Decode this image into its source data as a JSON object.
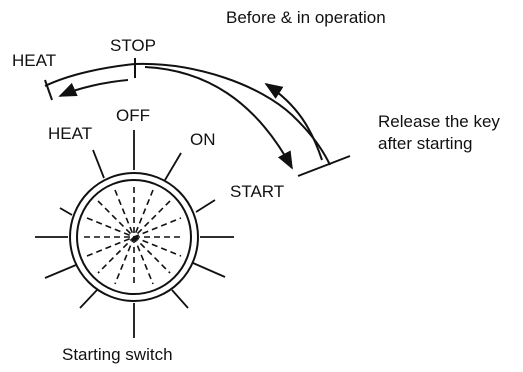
{
  "diagram": {
    "caption": "Starting switch",
    "note_top": "Before & in operation",
    "note_right_line1": "Release the key",
    "note_right_line2": "after starting",
    "outer_labels": {
      "heat": "HEAT",
      "stop": "STOP"
    },
    "positions": {
      "heat": "HEAT",
      "off": "OFF",
      "on": "ON",
      "start": "START"
    }
  }
}
